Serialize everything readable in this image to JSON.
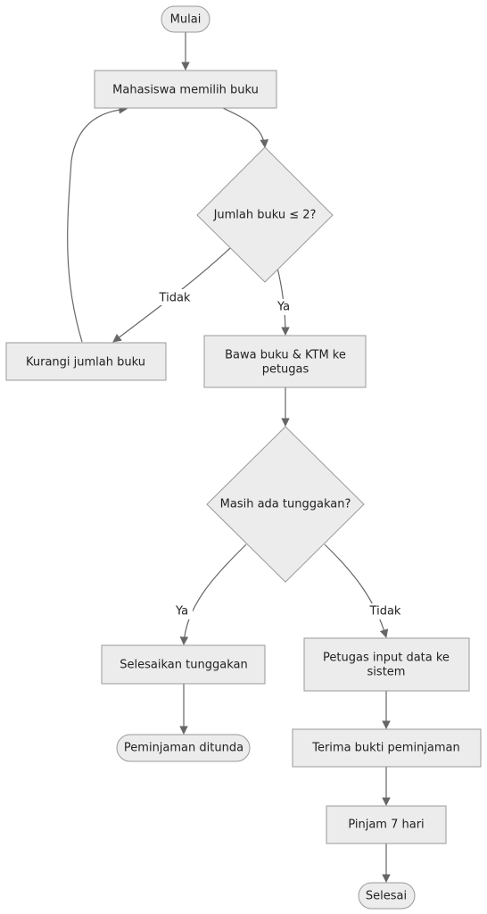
{
  "nodes": {
    "start": "Mulai",
    "choose": "Mahasiswa memilih buku",
    "check_count": "Jumlah buku ≤ 2?",
    "reduce": "Kurangi jumlah buku",
    "bring_line1": "Bawa buku & KTM ke",
    "bring_line2": "petugas",
    "check_debt": "Masih ada tunggakan?",
    "settle": "Selesaikan tunggakan",
    "postponed": "Peminjaman ditunda",
    "input_line1": "Petugas input data ke",
    "input_line2": "sistem",
    "receipt": "Terima bukti peminjaman",
    "borrow": "Pinjam 7 hari",
    "end": "Selesai"
  },
  "edges": {
    "count_no": "Tidak",
    "count_yes": "Ya",
    "debt_yes": "Ya",
    "debt_no": "Tidak"
  },
  "colors": {
    "node_fill": "#ececec",
    "node_stroke": "#9a9a9a",
    "edge": "#666666"
  }
}
